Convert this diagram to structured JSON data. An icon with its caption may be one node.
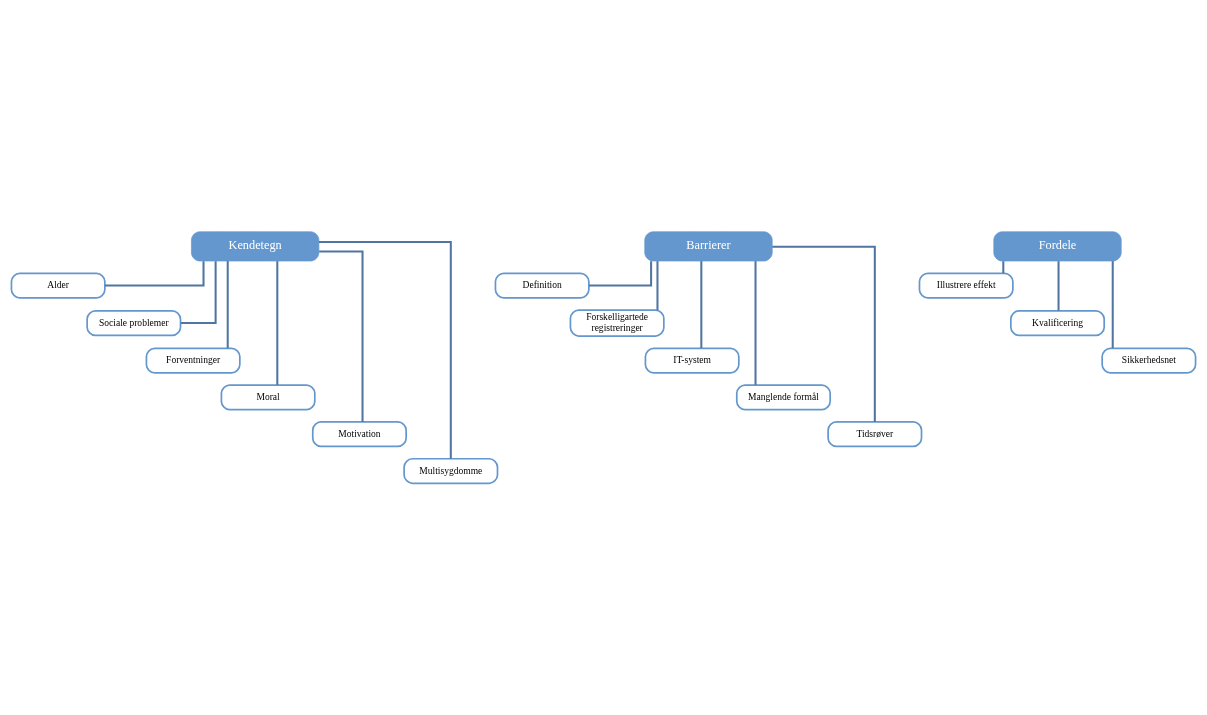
{
  "diagram": {
    "nodes": [
      {
        "text": [
          "Kendetegn"
        ]
      },
      {
        "text": [
          "Alder"
        ]
      },
      {
        "text": [
          "Sociale problemer"
        ]
      },
      {
        "text": [
          "Forventninger"
        ]
      },
      {
        "text": [
          "Moral"
        ]
      },
      {
        "text": [
          "Motivation"
        ]
      },
      {
        "text": [
          "Multisygdomme"
        ]
      },
      {
        "text": [
          "Barrierer"
        ]
      },
      {
        "text": [
          "Definition"
        ]
      },
      {
        "text": [
          "Forskelligartede registreringer"
        ]
      },
      {
        "text": [
          "IT-system"
        ]
      },
      {
        "text": [
          "Manglende formål"
        ]
      },
      {
        "text": [
          "Tidsrøver"
        ]
      },
      {
        "text": [
          "Fordele"
        ]
      },
      {
        "text": [
          "Illustrere effekt"
        ]
      },
      {
        "text": [
          "Kvalificering"
        ]
      },
      {
        "text": [
          "Sikkerhedsnet"
        ]
      }
    ],
    "edges": [
      {
        "from": 0,
        "to": 1,
        "arrow": "none"
      },
      {
        "from": 0,
        "to": 2,
        "arrow": "none"
      },
      {
        "from": 0,
        "to": 3,
        "arrow": "none"
      },
      {
        "from": 0,
        "to": 4,
        "arrow": "none"
      },
      {
        "from": 0,
        "to": 5,
        "arrow": "none"
      },
      {
        "from": 0,
        "to": 6,
        "arrow": "none"
      },
      {
        "from": 7,
        "to": 8,
        "arrow": "none"
      },
      {
        "from": 7,
        "to": 9,
        "arrow": "none"
      },
      {
        "from": 7,
        "to": 10,
        "arrow": "none"
      },
      {
        "from": 7,
        "to": 11,
        "arrow": "none"
      },
      {
        "from": 7,
        "to": 12,
        "arrow": "none"
      },
      {
        "from": 13,
        "to": 14,
        "arrow": "none"
      },
      {
        "from": 13,
        "to": 15,
        "arrow": "none"
      },
      {
        "from": 13,
        "to": 16,
        "arrow": "none"
      }
    ]
  }
}
